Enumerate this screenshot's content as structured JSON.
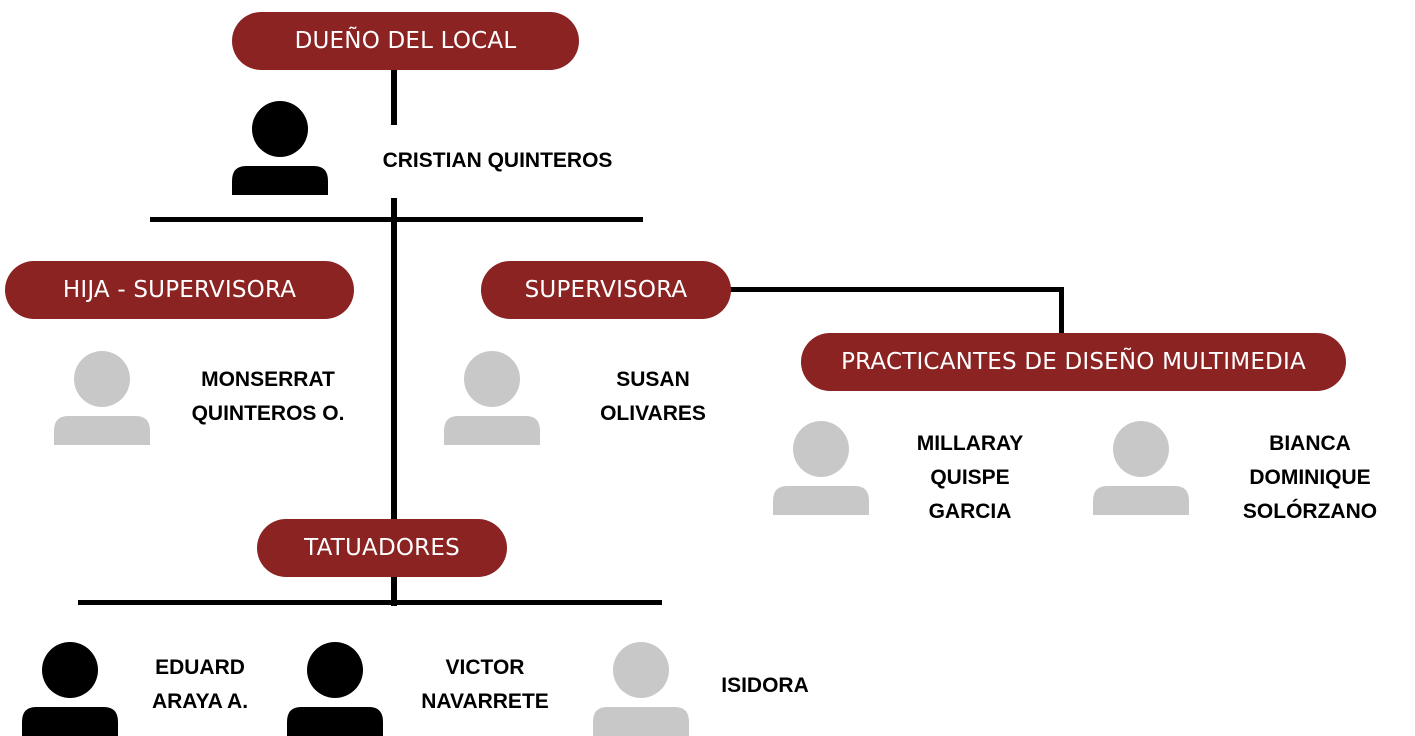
{
  "colors": {
    "role_pill": "#8b2323",
    "role_text": "#ffffff",
    "person_active": "#000000",
    "person_inactive": "#c8c8c8"
  },
  "roles": {
    "owner": "DUEÑO DEL LOCAL",
    "daughter_supervisor": "HIJA - SUPERVISORA",
    "supervisor": "SUPERVISORA",
    "interns": "PRACTICANTES DE DISEÑO MULTIMEDIA",
    "tattooers": "TATUADORES"
  },
  "people": {
    "owner": "CRISTIAN QUINTEROS",
    "daughter_supervisor": "MONSERRAT\nQUINTEROS O.",
    "supervisor": "SUSAN\nOLIVARES",
    "intern_1": "MILLARAY\nQUISPE\nGARCIA",
    "intern_2": "BIANCA\nDOMINIQUE\nSOLÓRZANO",
    "tattooer_1": "EDUARD\nARAYA A.",
    "tattooer_2": "VICTOR\nNAVARRETE",
    "tattooer_3": "ISIDORA"
  },
  "icons": {
    "active": "person-icon",
    "inactive": "person-icon-gray"
  }
}
